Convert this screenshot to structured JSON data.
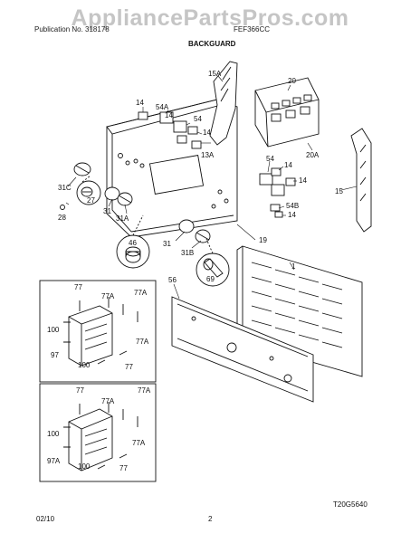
{
  "header": {
    "watermark": "AppliancePartsPros.com",
    "left_text": "Publication No. 318178",
    "model_text": "FEF366CC",
    "section_title": "BACKGUARD"
  },
  "callouts": {
    "c1": "1",
    "c13a": "13A",
    "c14a": "14",
    "c14b": "14",
    "c14c": "14",
    "c14d": "14",
    "c14e": "14",
    "c14f": "14",
    "c15": "15",
    "c15a": "15A",
    "c19": "19",
    "c20": "20",
    "c20a": "20A",
    "c27": "27",
    "c28": "28",
    "c31": "31",
    "c31b": "31",
    "c31a": "31A",
    "c31b2": "31B",
    "c31c": "31C",
    "c46": "46",
    "c54": "54",
    "c54a": "54A",
    "c54b": "54B",
    "c54c": "54",
    "c56": "56",
    "c69": "69",
    "i1_77": "77",
    "i1_77a1": "77A",
    "i1_77a2": "77A",
    "i1_77a3": "77A",
    "i1_100a": "100",
    "i1_97": "97",
    "i1_100b": "100",
    "i1_77b": "77",
    "i2_77": "77",
    "i2_77a1": "77A",
    "i2_77a2": "77A",
    "i2_77a3": "77A",
    "i2_100a": "100",
    "i2_97a": "97A",
    "i2_100b": "100",
    "i2_77b": "77"
  },
  "footer": {
    "drawing_code": "T20G5640",
    "date": "02/10",
    "page": "2"
  }
}
